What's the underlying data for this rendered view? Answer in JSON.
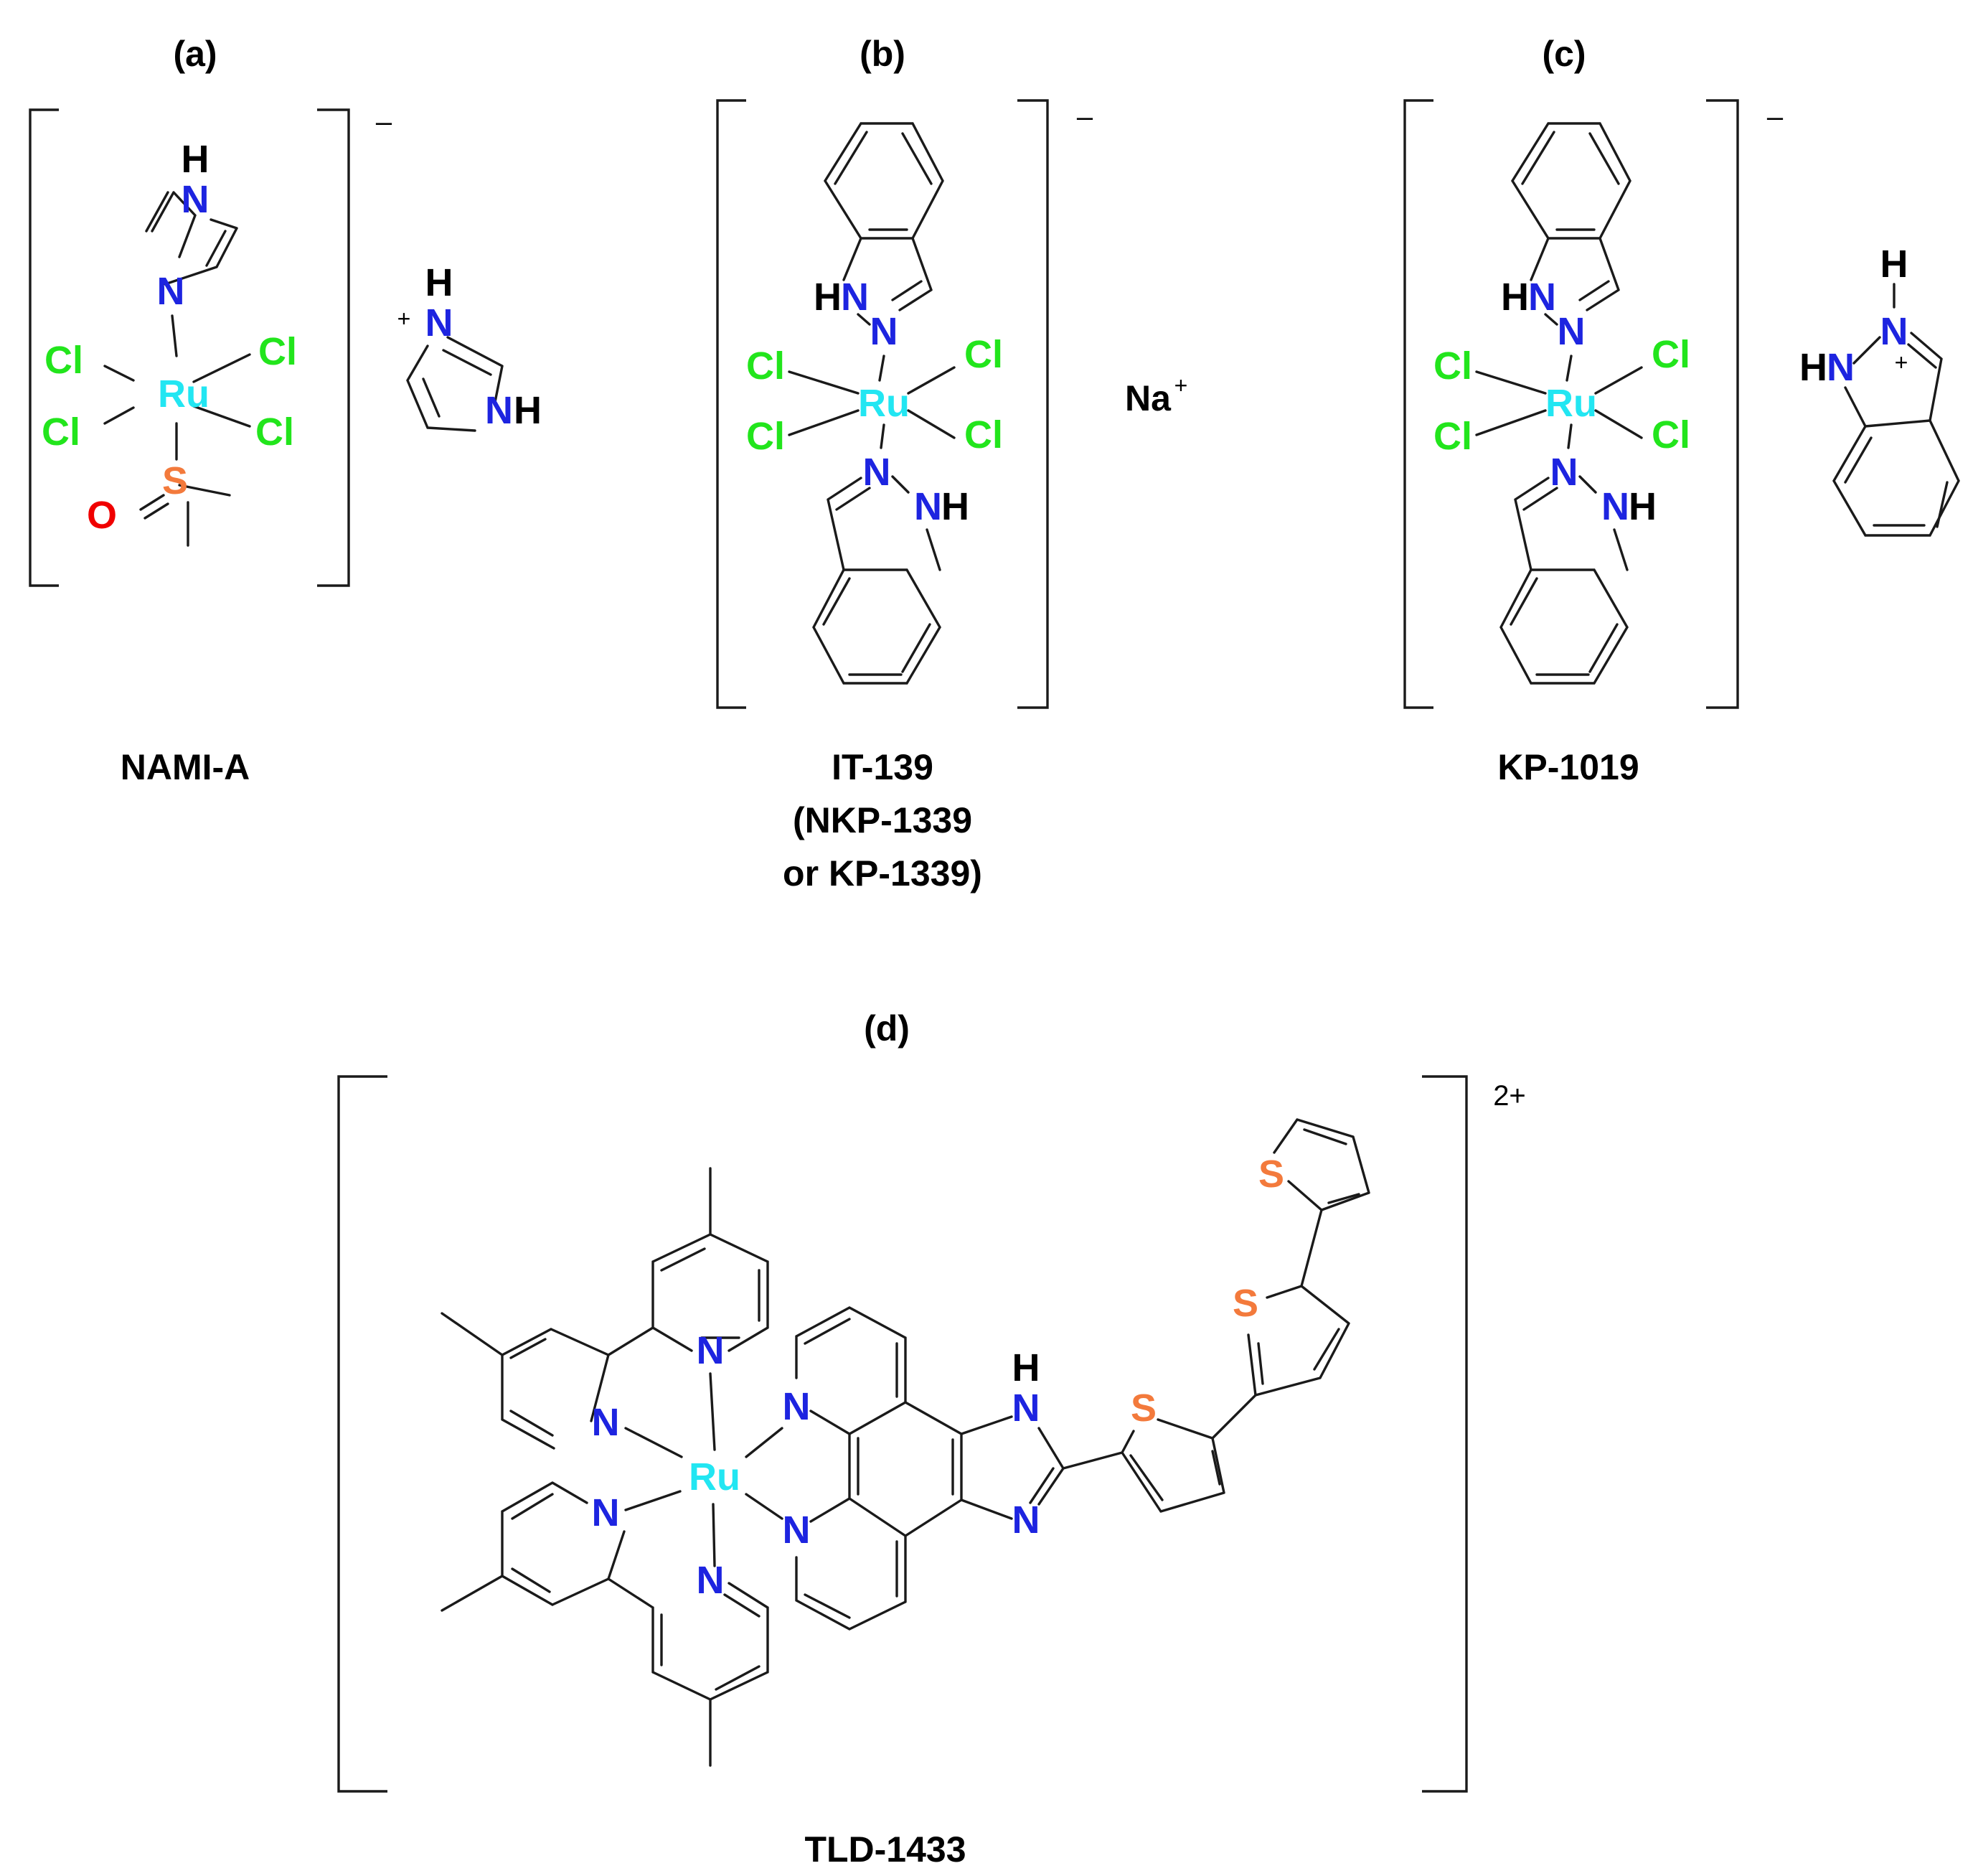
{
  "colors": {
    "nitrogen": "#1d24e0",
    "chlorine": "#22e51c",
    "ruthenium": "#22e6f2",
    "sulfur": "#f37a3c",
    "oxygen": "#f00000",
    "bonds": "#1a1a1a"
  },
  "panels": {
    "a": {
      "label": "(a)",
      "name": "NAMI-A",
      "charge": "–",
      "counterion_charge": "+"
    },
    "b": {
      "label": "(b)",
      "name_lines": [
        "IT-139",
        "(NKP-1339",
        "or KP-1339)"
      ],
      "charge": "–",
      "counterion": "Na",
      "counterion_charge": "+"
    },
    "c": {
      "label": "(c)",
      "name": "KP-1019",
      "charge": "–",
      "counterion_charge": "+"
    },
    "d": {
      "label": "(d)",
      "name": "TLD-1433",
      "charge": "2+"
    }
  },
  "atoms": {
    "ru": "Ru",
    "cl": "Cl",
    "n": "N",
    "h": "H",
    "nh": "NH",
    "hn": "HN",
    "s": "S",
    "o": "O"
  }
}
